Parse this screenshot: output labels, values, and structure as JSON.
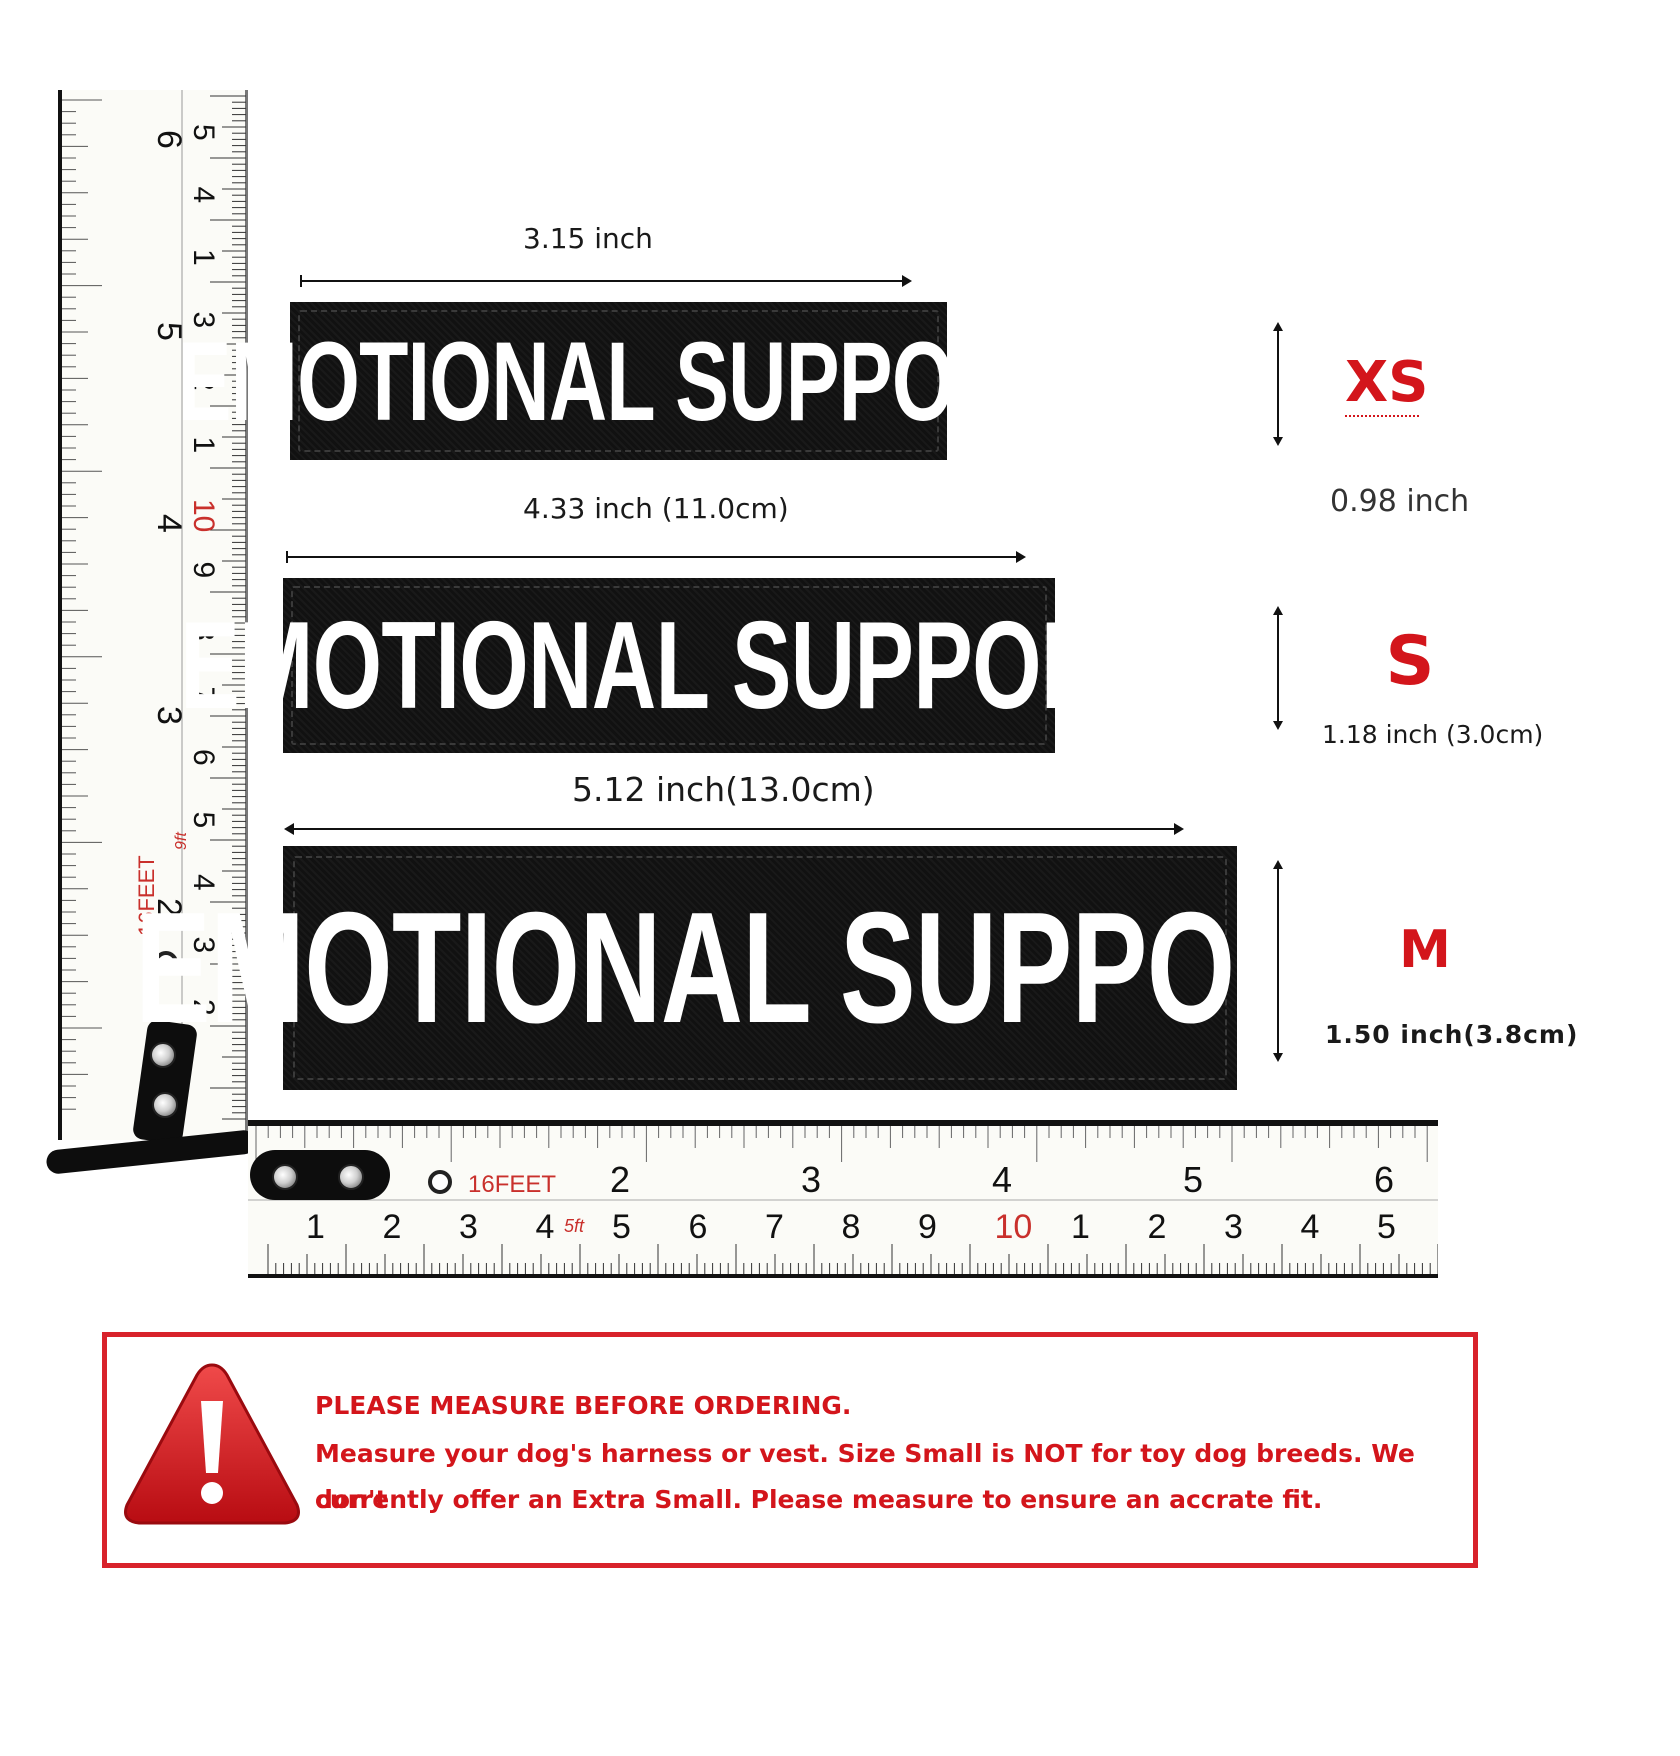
{
  "patch_text": "EMOTIONAL SUPPORT",
  "sizes": [
    {
      "code": "XS",
      "width_label": "3.15 inch",
      "height_label": "0.98 inch"
    },
    {
      "code": "S",
      "width_label": "4.33 inch (11.0cm)",
      "height_label": "1.18 inch (3.0cm)"
    },
    {
      "code": "M",
      "width_label": "5.12 inch(13.0cm)",
      "height_label": "1.50 inch(3.8cm)"
    }
  ],
  "tape": {
    "brand_label": "16FEET",
    "vertical_inch_numbers": [
      "6",
      "5",
      "4",
      "3",
      "2"
    ],
    "vertical_cm_numbers": [
      "5",
      "4",
      "1",
      "3",
      "2",
      "1",
      "10",
      "9",
      "8",
      "7",
      "6",
      "5",
      "4",
      "3",
      "2"
    ],
    "horizontal_inch_numbers": [
      "2",
      "3",
      "4",
      "5",
      "6"
    ],
    "horizontal_cm_numbers": [
      "1",
      "2",
      "3",
      "4",
      "5",
      "6",
      "7",
      "8",
      "9",
      "10",
      "1",
      "2",
      "3",
      "4",
      "5"
    ],
    "sub_label": "5ft",
    "sub_label_vertical": "9ft"
  },
  "warning": {
    "icon": "warning-triangle-icon",
    "title": "PLEASE MEASURE BEFORE ORDERING.",
    "body_line1": "Measure your dog's harness or vest. Size Small is NOT for toy dog breeds. We don't",
    "body_line2": "currently offer an Extra Small. Please measure to ensure an accrate fit."
  },
  "colors": {
    "accent_red": "#d3151b",
    "patch_black": "#111111"
  }
}
